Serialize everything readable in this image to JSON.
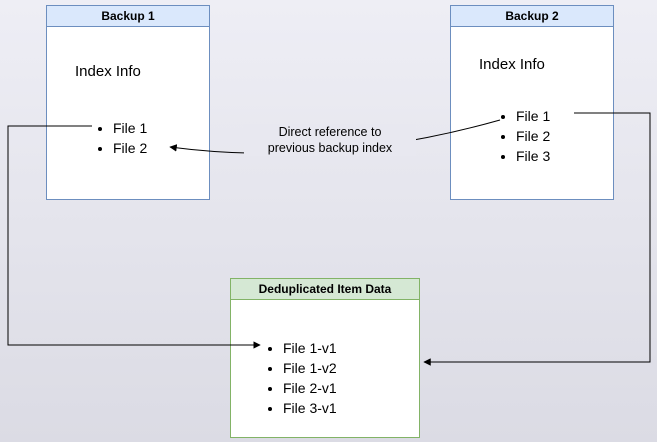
{
  "diagram": {
    "backup1": {
      "title": "Backup 1",
      "subtitle": "Index Info",
      "items": [
        "File 1",
        "File 2"
      ]
    },
    "backup2": {
      "title": "Backup 2",
      "subtitle": "Index Info",
      "items": [
        "File 1",
        "File 2",
        "File 3"
      ]
    },
    "dedup": {
      "title": "Deduplicated Item Data",
      "items": [
        "File 1-v1",
        "File 1-v2",
        "File 2-v1",
        "File 3-v1"
      ]
    },
    "edge_label": "Direct reference to\nprevious backup index"
  },
  "colors": {
    "background_top": "#eeeef5",
    "background_bottom": "#dbdbe4",
    "blue_border": "#6c8ebf",
    "blue_header_fill": "#dae8fc",
    "green_border": "#82b366",
    "green_header_fill": "#d5e8d4",
    "node_body_fill": "#ffffff",
    "connector": "#000000"
  }
}
